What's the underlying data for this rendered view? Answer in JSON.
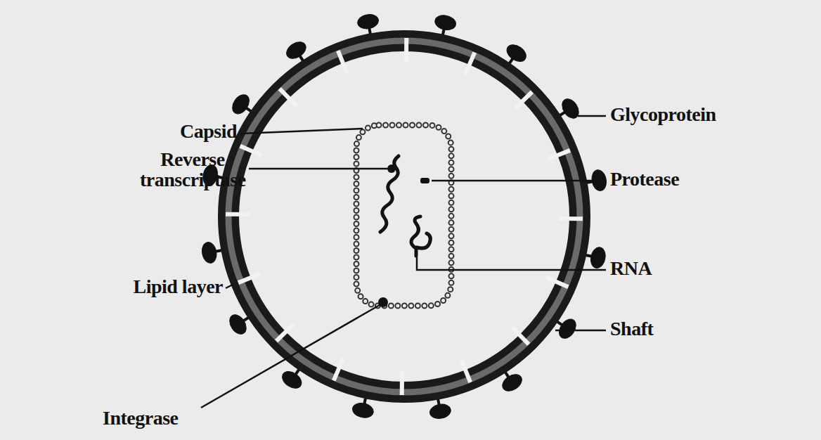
{
  "diagram": {
    "labels": [
      "Capsid",
      "Reverse transcriptase",
      "Glycoprotein",
      "Protease",
      "RNA",
      "Lipid layer",
      "Shaft",
      "Integrase"
    ]
  }
}
